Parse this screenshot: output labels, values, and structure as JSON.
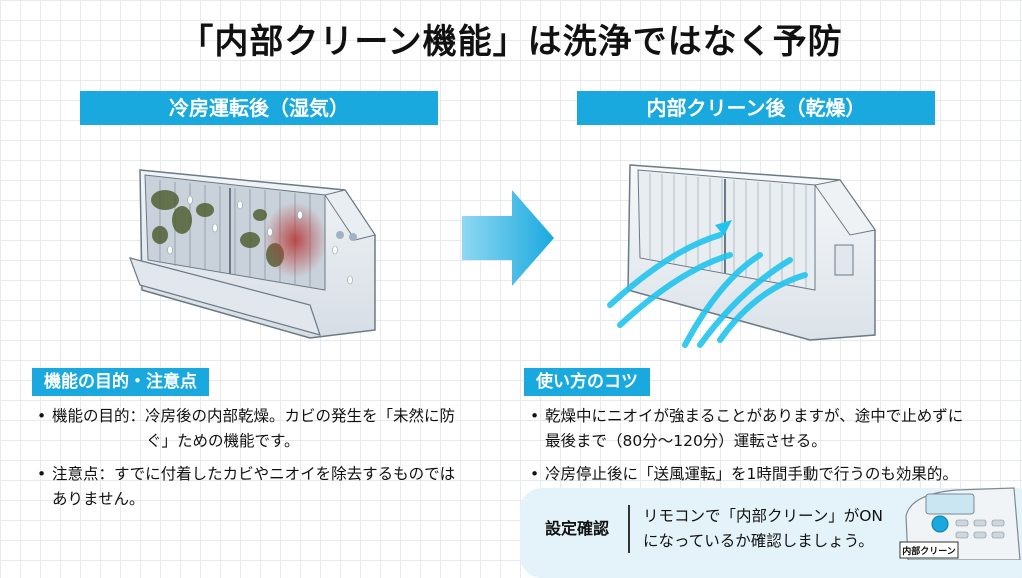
{
  "title": "「内部クリーン機能」は洗浄ではなく予防",
  "left_panel": {
    "banner": "冷房運転後（湿気）"
  },
  "right_panel": {
    "banner": "内部クリーン後（乾燥）"
  },
  "purpose": {
    "heading": "機能の目的・注意点",
    "items": [
      {
        "line1": "機能の目的：冷房後の内部乾燥。カビの発生を「未然に防",
        "line2": "ぐ」ための機能です。"
      },
      {
        "line1": "注意点：すでに付着したカビやニオイを除去するものでは",
        "line2": "ありません。"
      }
    ]
  },
  "tips": {
    "heading": "使い方のコツ",
    "items": [
      {
        "line1": "乾燥中にニオイが強まることがありますが、途中で止めずに",
        "line2": "最後まで（80分～120分）運転させる。"
      },
      {
        "line1": "冷房停止後に「送風運転」を1時間手動で行うのも効果的。",
        "line2": ""
      }
    ]
  },
  "confirm": {
    "label": "設定確認",
    "line1": "リモコンで「内部クリーン」がON",
    "line2": "になっているか確認しましょう。"
  },
  "remote": {
    "button_label": "内部クリーン"
  },
  "colors": {
    "accent": "#1aa9de",
    "confirm_bg": "#e4f3fa"
  }
}
